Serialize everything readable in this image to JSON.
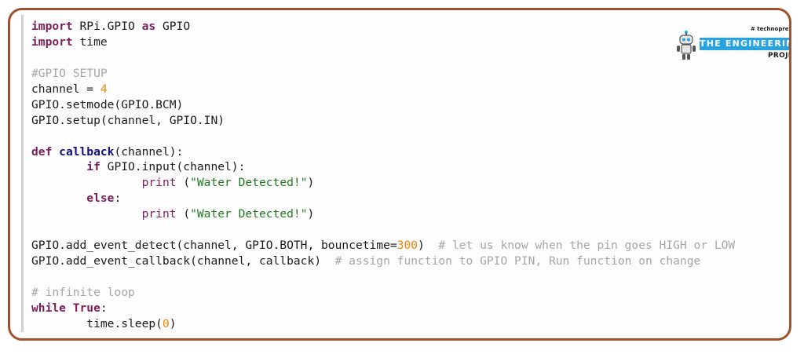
{
  "logo": {
    "tagline": "# technopreneur",
    "banner": "THE ENGINEERING",
    "sub": "PROJECTS"
  },
  "code": {
    "line1": {
      "kw1": "import",
      "t1": " RPi.GPIO ",
      "kw2": "as",
      "t2": " GPIO"
    },
    "line2": {
      "kw1": "import",
      "t1": " time"
    },
    "line4": {
      "cmt": "#GPIO SETUP"
    },
    "line5": {
      "t1": "channel = ",
      "num": "4"
    },
    "line6": {
      "t1": "GPIO.setmode(GPIO.BCM)"
    },
    "line7": {
      "t1": "GPIO.setup(channel, GPIO.IN)"
    },
    "line9": {
      "kw1": "def",
      "fn": "callback",
      "t1": "(channel):"
    },
    "line10": {
      "indent": "        ",
      "kw1": "if",
      "t1": " GPIO.input(channel):"
    },
    "line11": {
      "indent": "                ",
      "ctl": "print",
      "t1": " (",
      "str": "\"Water Detected!\"",
      "t2": ")"
    },
    "line12": {
      "indent": "        ",
      "kw1": "else",
      "t1": ":"
    },
    "line13": {
      "indent": "                ",
      "ctl": "print",
      "t1": " (",
      "str": "\"Water Detected!\"",
      "t2": ")"
    },
    "line15": {
      "t1": "GPIO.add_event_detect(channel, GPIO.BOTH, bouncetime=",
      "num": "300",
      "t2": ")  ",
      "cmt": "# let us know when the pin goes HIGH or LOW"
    },
    "line16": {
      "t1": "GPIO.add_event_callback(channel, callback)  ",
      "cmt": "# assign function to GPIO PIN, Run function on change"
    },
    "line18": {
      "cmt": "# infinite loop"
    },
    "line19": {
      "kw1": "while",
      "kw2": "True",
      "t1": ":"
    },
    "line20": {
      "indent": "        ",
      "t1": "time.sleep(",
      "num": "0",
      "t2": ")"
    }
  },
  "colors": {
    "border": "#a0522d",
    "keyword": "#7a1f5c",
    "function_name": "#10107a",
    "number": "#e8830c",
    "string": "#1f7a1f",
    "comment": "#a6a6a6",
    "logo_banner": "#29a3e0"
  },
  "icons": {
    "logo_mark": "robot-icon"
  }
}
